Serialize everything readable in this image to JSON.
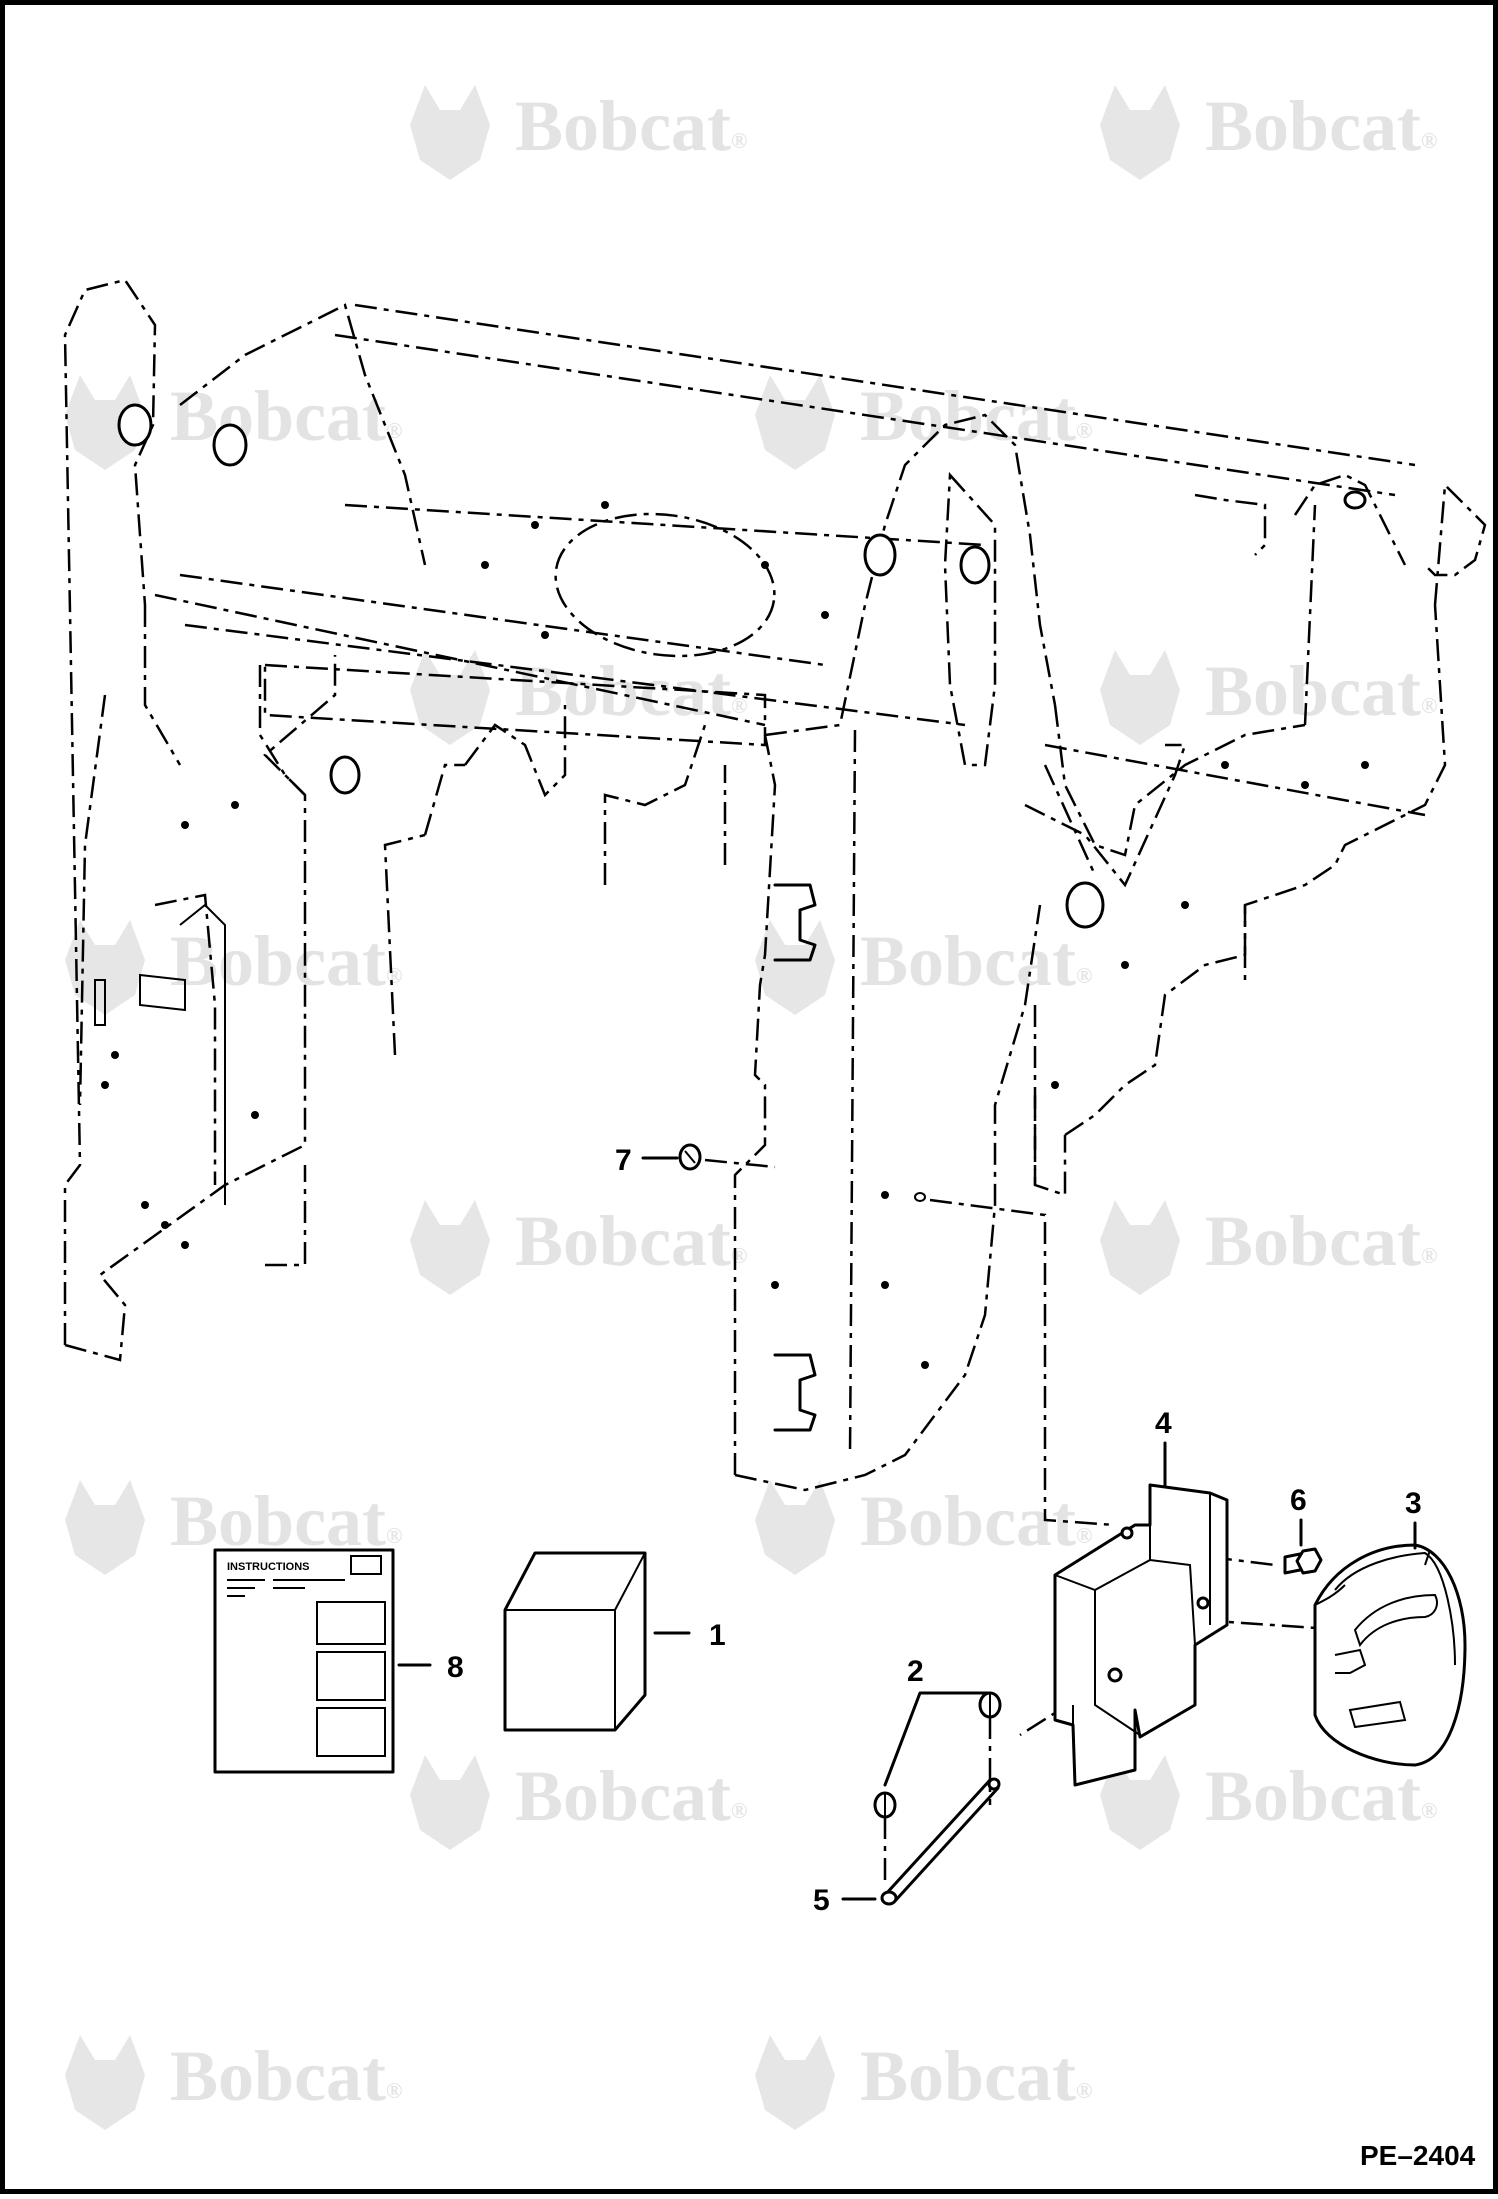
{
  "watermark": {
    "brand_text": "Bobcat",
    "registered_mark": "®"
  },
  "callouts": [
    {
      "id": "c1",
      "label": "1"
    },
    {
      "id": "c2",
      "label": "2"
    },
    {
      "id": "c3",
      "label": "3"
    },
    {
      "id": "c4",
      "label": "4"
    },
    {
      "id": "c5",
      "label": "5"
    },
    {
      "id": "c6",
      "label": "6"
    },
    {
      "id": "c7",
      "label": "7"
    },
    {
      "id": "c8",
      "label": "8"
    }
  ],
  "instructions_sheet": {
    "title": "INSTRUCTIONS"
  },
  "document_id": "PE–2404",
  "colors": {
    "line": "#000000",
    "watermark": "#e3e3e3",
    "background": "#ffffff"
  }
}
